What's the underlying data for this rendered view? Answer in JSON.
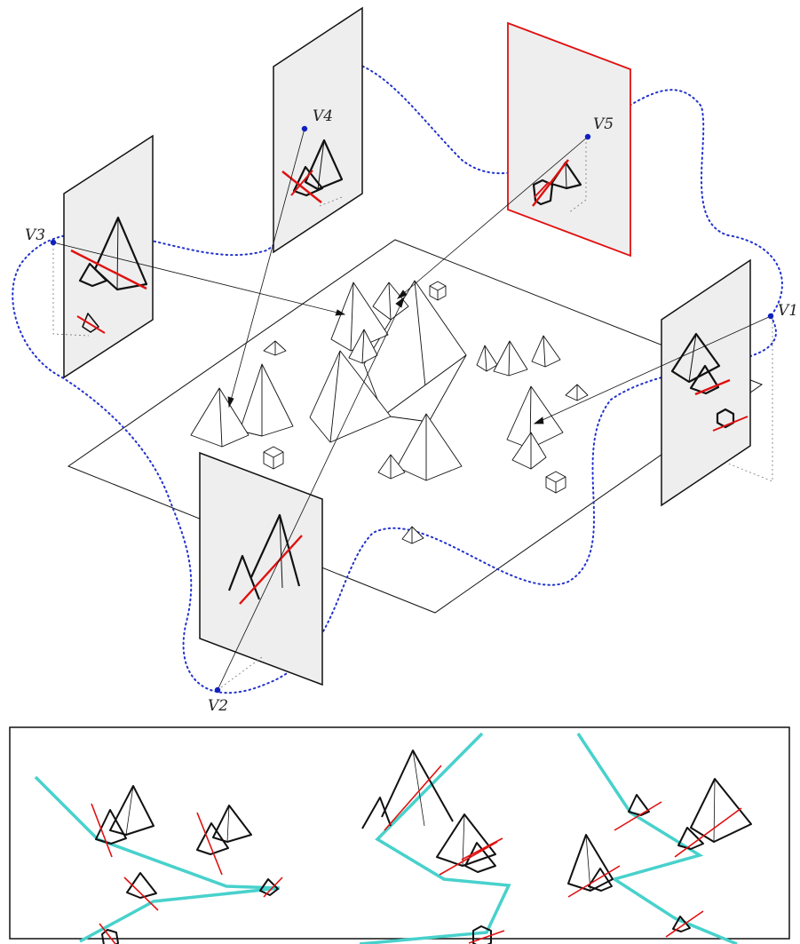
{
  "viewpoints": [
    {
      "id": "v1",
      "label": "V1"
    },
    {
      "id": "v2",
      "label": "V2"
    },
    {
      "id": "v3",
      "label": "V3"
    },
    {
      "id": "v4",
      "label": "V4"
    },
    {
      "id": "v5",
      "label": "V5"
    }
  ],
  "colors": {
    "path_dotted": "#2233cc",
    "viewpoint_dot": "#1020c0",
    "occlusion_line": "#e01010",
    "selected_frame": "#e01010",
    "frame_fill": "#eeeeee",
    "route_line": "#48d1cc",
    "outline": "#111111"
  },
  "bottom_panel": {
    "views": [
      "view-a",
      "view-b",
      "view-c"
    ]
  }
}
